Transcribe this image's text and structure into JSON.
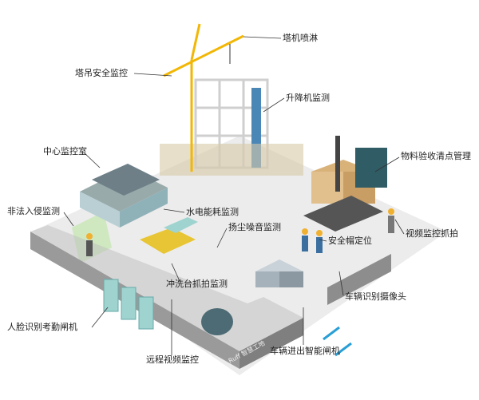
{
  "labels": {
    "tower_spray": "塔机喷淋",
    "tower_crane_safety": "塔吊安全监控",
    "hoist_monitor": "升降机监测",
    "central_control_room": "中心监控室",
    "material_check": "物料验收清点管理",
    "intrusion_detection": "非法入侵监测",
    "energy_monitor": "水电能耗监测",
    "dust_noise_monitor": "扬尘噪音监测",
    "helmet_positioning": "安全帽定位",
    "video_capture": "视频监控抓拍",
    "wash_platform_capture": "冲洗台抓拍监测",
    "vehicle_camera": "车辆识别摄像头",
    "face_gate": "人脸识别考勤闸机",
    "remote_video": "远程视频监控",
    "vehicle_gate": "车辆进出智能闸机"
  },
  "wall_logo": "Ruff 智慧工地",
  "colors": {
    "crane": "#f2b705",
    "ground": "#e6e6e6",
    "wall": "#8a8a8a",
    "glass": "#9fd3cf",
    "accent": "#2a9fd6"
  }
}
